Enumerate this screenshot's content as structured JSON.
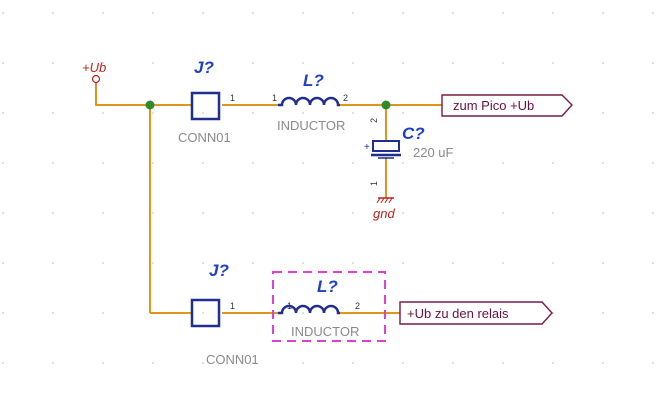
{
  "power": {
    "ub_label": "+Ub",
    "gnd_label": "gnd"
  },
  "connectors": [
    {
      "ref": "J?",
      "value": "CONN01",
      "pin": "1"
    },
    {
      "ref": "J?",
      "value": "CONN01",
      "pin": "1"
    }
  ],
  "inductors": [
    {
      "ref": "L?",
      "value": "INDUCTOR",
      "pin1": "1",
      "pin2": "2"
    },
    {
      "ref": "L?",
      "value": "INDUCTOR",
      "pin1": "1",
      "pin2": "2"
    }
  ],
  "capacitor": {
    "ref": "C?",
    "value": "220 uF",
    "pin_top": "2",
    "pin_bottom": "1"
  },
  "ports": [
    {
      "label": "zum Pico +Ub"
    },
    {
      "label": "+Ub zu den relais"
    }
  ],
  "colors": {
    "wire": "#e0951c",
    "component": "#1f2f8f",
    "reference": "#1e3fc8",
    "power": "#c0201a",
    "port": "#7a1a4a",
    "junction": "#2f8a2a",
    "selection": "#e040d0"
  }
}
